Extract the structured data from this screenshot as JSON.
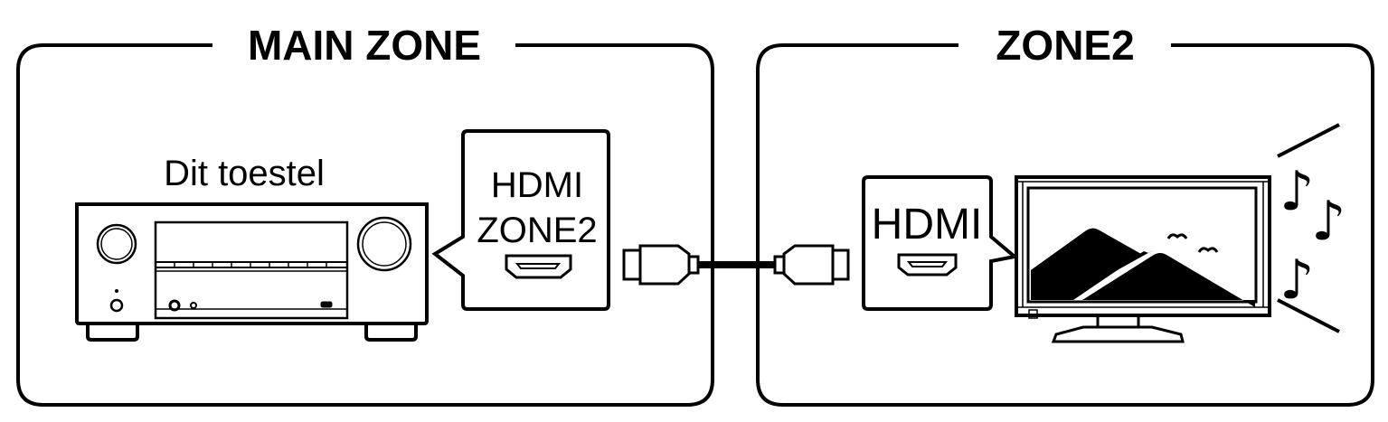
{
  "zones": {
    "main": {
      "title": "MAIN ZONE"
    },
    "zone2": {
      "title": "ZONE2"
    }
  },
  "devices": {
    "receiver": {
      "label": "Dit toestel"
    },
    "receiver_port": {
      "line1": "HDMI",
      "line2": "ZONE2",
      "icon": "hdmi-port-icon"
    },
    "tv_port": {
      "line1": "HDMI",
      "icon": "hdmi-port-icon"
    },
    "cable": {
      "icon": "hdmi-cable-icon"
    },
    "tv": {
      "icon": "tv-icon"
    },
    "sound": {
      "icon": "music-notes-icon"
    }
  },
  "colors": {
    "stroke": "#000000",
    "background": "#ffffff"
  }
}
